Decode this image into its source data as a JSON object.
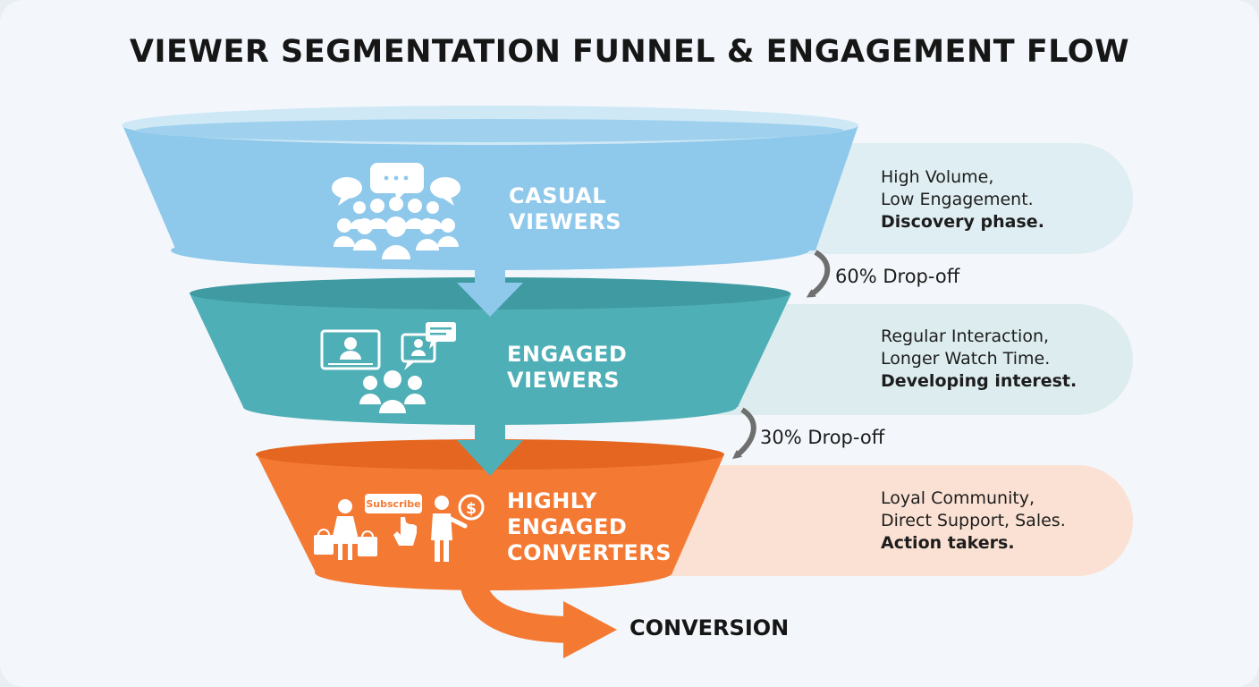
{
  "title": "VIEWER SEGMENTATION FUNNEL & ENGAGEMENT FLOW",
  "colors": {
    "casual": "#8ec8eb",
    "engaged": "#4fafb6",
    "converters": "#f47a34",
    "casual_panel": "#dfeef2",
    "engaged_panel": "#dcecef",
    "converters_panel": "#fbe1d3",
    "flow_arrow": "#4fafb6",
    "drop_arrow": "#6f6f6f",
    "conversion_arrow": "#f47a34"
  },
  "stages": [
    {
      "label_line1": "CASUAL",
      "label_line2": "VIEWERS",
      "icon": "crowd-chat-icon",
      "desc_line1": "High Volume,",
      "desc_line2": "Low Engagement.",
      "desc_line3": "Discovery phase."
    },
    {
      "label_line1": "ENGAGED",
      "label_line2": "VIEWERS",
      "icon": "video-comment-group-icon",
      "desc_line1": "Regular Interaction,",
      "desc_line2": "Longer Watch Time.",
      "desc_line3": "Developing interest."
    },
    {
      "label_line1": "HIGHLY",
      "label_line2": "ENGAGED",
      "label_line3": "CONVERTERS",
      "icon": "shopper-subscribe-support-icon",
      "subscribe_text": "Subscribe",
      "desc_line1": "Loyal Community,",
      "desc_line2": "Direct Support, Sales.",
      "desc_line3": "Action takers."
    }
  ],
  "dropoffs": [
    {
      "label": "60% Drop-off"
    },
    {
      "label": "30% Drop-off"
    }
  ],
  "conversion": {
    "label": "CONVERSION"
  }
}
